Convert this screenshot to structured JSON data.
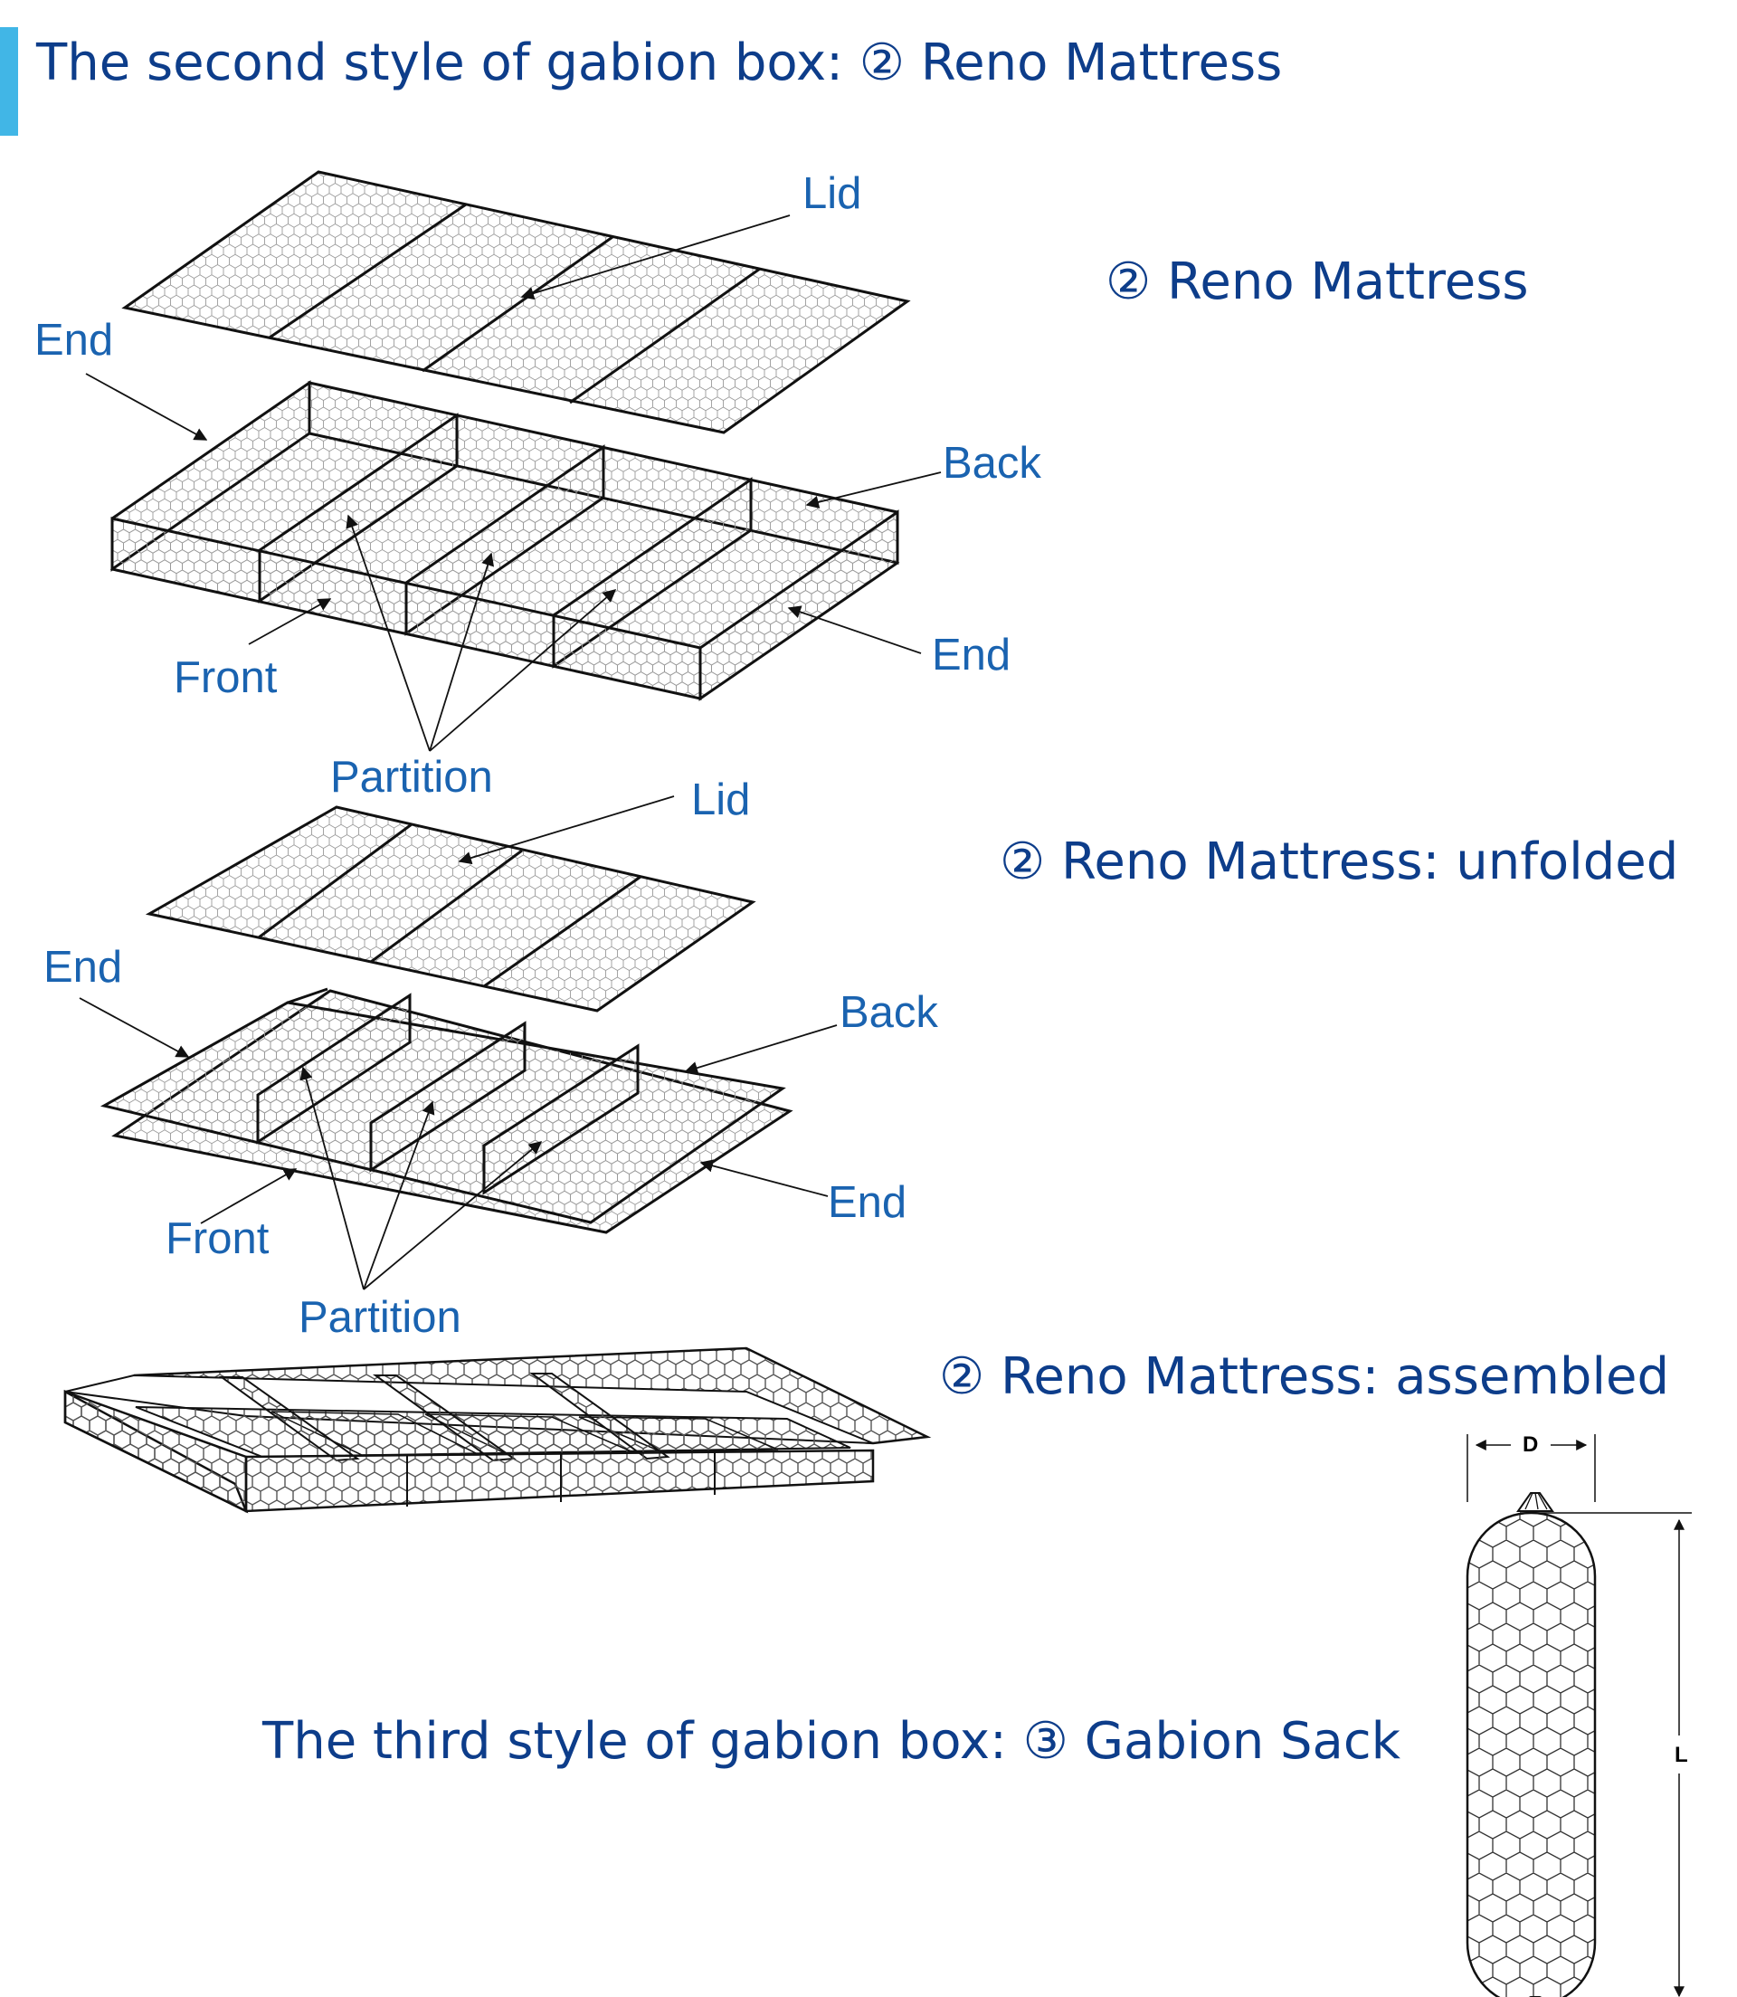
{
  "title": "The second style of gabion box: ② Reno Mattress",
  "captions": {
    "reno": "② Reno Mattress",
    "unfolded": "② Reno Mattress: unfolded",
    "assembled": "② Reno Mattress: assembled",
    "sack": "The third style of gabion box: ③ Gabion Sack"
  },
  "diagram1": {
    "lid": "Lid",
    "end_left": "End",
    "back": "Back",
    "end_right": "End",
    "front": "Front",
    "partition": "Partition"
  },
  "diagram2": {
    "lid": "Lid",
    "end_left": "End",
    "back": "Back",
    "end_right": "End",
    "front": "Front",
    "partition": "Partition"
  },
  "sack_dims": {
    "diameter": "D",
    "length": "L"
  },
  "colors": {
    "accent_bar": "#41b6e6",
    "heading": "#0d3d8a",
    "label": "#1a63b0"
  }
}
